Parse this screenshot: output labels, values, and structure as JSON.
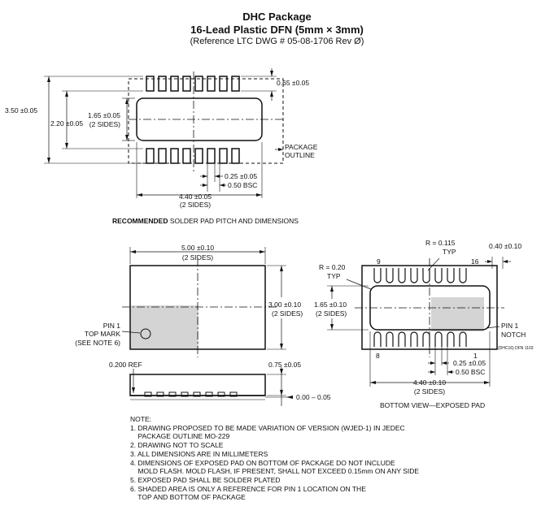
{
  "header": {
    "title": "DHC Package",
    "subtitle": "16-Lead Plastic DFN (5mm × 3mm)",
    "reference": "(Reference LTC DWG # 05-08-1706 Rev Ø)"
  },
  "recommended": {
    "dims": {
      "pad_width": "0.65 ±0.05",
      "overall_width": "3.50 ±0.05",
      "pad_row_span": "2.20 ±0.05",
      "exposed_pad_width": "1.65 ±0.05",
      "exposed_pad_width_note": "(2 SIDES)",
      "package_outline": "PACKAGE",
      "package_outline2": "OUTLINE",
      "pad_pitch_a": "0.25 ±0.05",
      "pad_pitch_b": "0.50 BSC",
      "exposed_length": "4.40 ±0.05",
      "exposed_length_note": "(2 SIDES)"
    },
    "caption_bold": "RECOMMENDED",
    "caption_rest": " SOLDER PAD PITCH AND DIMENSIONS"
  },
  "top_view": {
    "length": "5.00 ±0.10",
    "length_note": "(2 SIDES)",
    "width": "3.00 ±0.10",
    "width_note": "(2 SIDES)",
    "pin1_a": "PIN 1",
    "pin1_b": "TOP MARK",
    "pin1_c": "(SEE NOTE 6)"
  },
  "side_view": {
    "ref": "0.200 REF",
    "height": "0.75 ±0.05",
    "standoff": "0.00 – 0.05"
  },
  "bottom_view": {
    "radius_small": "R = 0.115",
    "radius_small_note": "TYP",
    "pad_offset": "0.40 ±0.10",
    "pin9": "9",
    "pin16": "16",
    "radius_large": "R = 0.20",
    "radius_large_note": "TYP",
    "exposed_width": "1.65 ±0.10",
    "exposed_width_note": "(2 SIDES)",
    "pin1_notch_a": "PIN 1",
    "pin1_notch_b": "NOTCH",
    "drawing_id": "(DHC16) DFN 1103",
    "pin8": "8",
    "pin1": "1",
    "pad_width": "0.25 ±0.05",
    "pitch": "0.50 BSC",
    "exposed_length": "4.40 ±0.10",
    "exposed_length_note": "(2 SIDES)",
    "caption": "BOTTOM VIEW—EXPOSED PAD"
  },
  "notes": {
    "heading": "NOTE:",
    "items": [
      "1. DRAWING PROPOSED TO BE MADE VARIATION OF VERSION (WJED-1) IN JEDEC",
      "    PACKAGE OUTLINE MO-229",
      "2. DRAWING NOT TO SCALE",
      "3. ALL DIMENSIONS ARE IN MILLIMETERS",
      "4. DIMENSIONS OF EXPOSED PAD ON BOTTOM OF PACKAGE DO NOT INCLUDE",
      "    MOLD FLASH. MOLD FLASH, IF PRESENT, SHALL NOT EXCEED 0.15mm ON ANY SIDE",
      "5. EXPOSED PAD SHALL BE SOLDER PLATED",
      "6. SHADED AREA IS ONLY A REFERENCE FOR PIN 1 LOCATION ON THE",
      "    TOP AND BOTTOM OF PACKAGE"
    ]
  }
}
